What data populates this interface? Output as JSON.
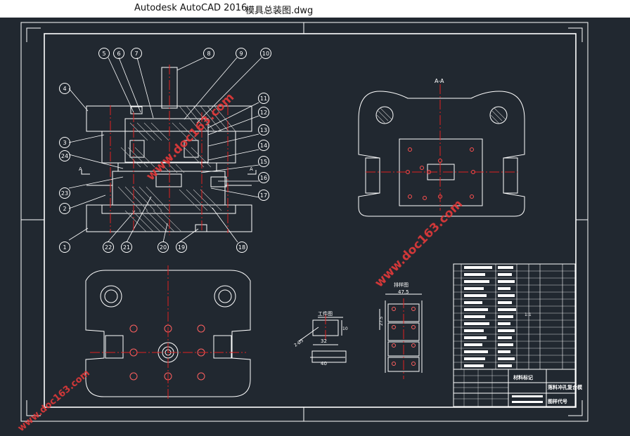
{
  "app": {
    "name": "Autodesk AutoCAD 2016",
    "file": "模具总装图.dwg"
  },
  "colors": {
    "background": "#212830",
    "line": "#ffffff",
    "center": "#e02020",
    "hatch": "#cfcfcf",
    "watermark": "#e83a3a"
  },
  "watermark": {
    "text": "www.doc163.com"
  },
  "views": {
    "section_label": "A-A",
    "cut_marker": "A",
    "part_title": "工件图",
    "layout_title": "排样图"
  },
  "part_dims": {
    "width": "32",
    "length": "40",
    "height": "10",
    "angle": "2-Ø5"
  },
  "layout_dims": {
    "width": "47.5",
    "pitch": "27.5"
  },
  "balloons": [
    "1",
    "2",
    "3",
    "4",
    "5",
    "6",
    "7",
    "8",
    "9",
    "10",
    "11",
    "12",
    "13",
    "14",
    "15",
    "16",
    "17",
    "18",
    "19",
    "20",
    "21",
    "22",
    "23",
    "24"
  ],
  "title_block": {
    "name_cell": "材料标记",
    "product_cell": "落料冲孔复合模",
    "drawing_no_cell": "图样代号",
    "ratio_cell": "1:1"
  }
}
